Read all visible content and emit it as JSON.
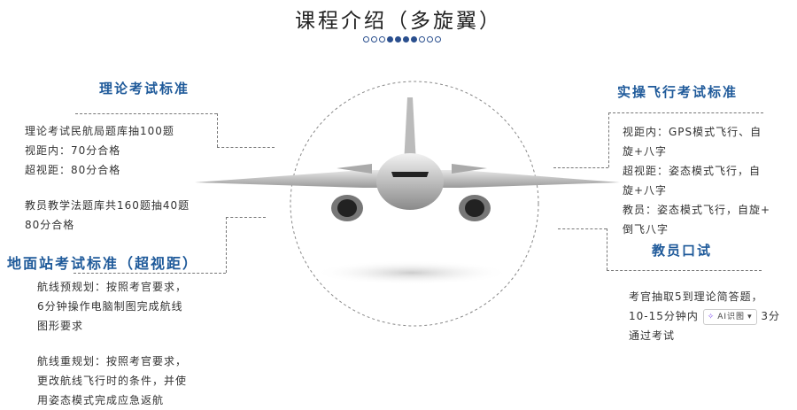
{
  "title": "课程介绍（多旋翼）",
  "pager": {
    "total": 10,
    "active": [
      3,
      4,
      5,
      6
    ]
  },
  "theory": {
    "heading": "理论考试标准",
    "lines": [
      "理论考试民航局题库抽100题",
      "视距内：70分合格",
      "超视距：80分合格"
    ],
    "instructor_lines": [
      "教员教学法题库共160题抽40题",
      "80分合格"
    ]
  },
  "ground_station": {
    "heading": "地面站考试标准（超视距）",
    "pre_plan": [
      "航线预规划：按照考官要求，",
      "6分钟操作电脑制图完成航线",
      "图形要求"
    ],
    "re_plan": [
      "航线重规划：按照考官要求，",
      "更改航线飞行时的条件，并使",
      "用姿态模式完成应急返航"
    ]
  },
  "flight": {
    "heading": "实操飞行考试标准",
    "lines": [
      "视距内：GPS模式飞行、自",
      "旋+八字",
      "超视距：姿态模式飞行，自",
      "旋+八字",
      "教员：姿态模式飞行，自旋+",
      "倒飞八字"
    ]
  },
  "oral": {
    "heading": "教员口试",
    "line1": "考官抽取5到理论简答题，",
    "line2a": "10-15分钟内",
    "line2b": "3分",
    "line3": "通过考试",
    "ai_button": "AI识图"
  },
  "colors": {
    "accent": "#1f5a9a",
    "dots": "#2a4f8e"
  }
}
